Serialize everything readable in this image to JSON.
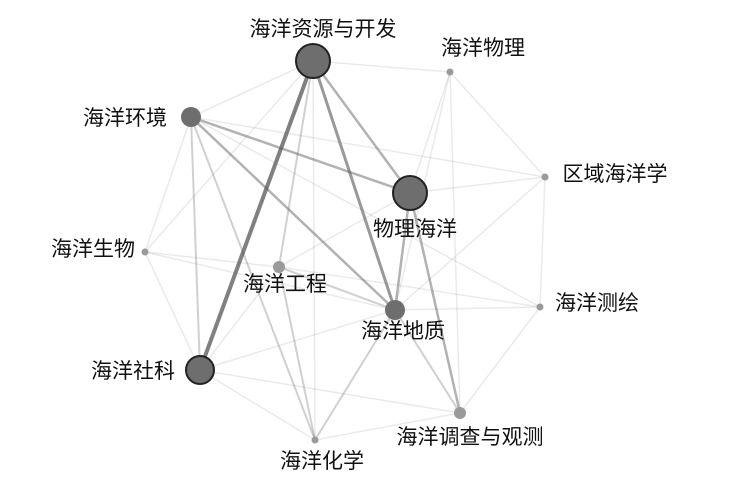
{
  "title": "",
  "nodes": [
    {
      "id": "resources",
      "label": "海洋资源与开发",
      "weight": 5
    },
    {
      "id": "ocean_physics",
      "label": "海洋物理",
      "weight": 1
    },
    {
      "id": "environment",
      "label": "海洋环境",
      "weight": 3
    },
    {
      "id": "regional",
      "label": "区域海洋学",
      "weight": 1
    },
    {
      "id": "physical_ocean",
      "label": "物理海洋",
      "weight": 5
    },
    {
      "id": "biology",
      "label": "海洋生物",
      "weight": 1
    },
    {
      "id": "engineering",
      "label": "海洋工程",
      "weight": 2
    },
    {
      "id": "surveying",
      "label": "海洋测绘",
      "weight": 1
    },
    {
      "id": "geology",
      "label": "海洋地质",
      "weight": 3
    },
    {
      "id": "social",
      "label": "海洋社科",
      "weight": 4
    },
    {
      "id": "survey_obs",
      "label": "海洋调查与观测",
      "weight": 2
    },
    {
      "id": "chemistry",
      "label": "海洋化学",
      "weight": 1
    }
  ],
  "edges": [
    [
      "social",
      "resources",
      5
    ],
    [
      "resources",
      "geology",
      4
    ],
    [
      "resources",
      "physical_ocean",
      3
    ],
    [
      "environment",
      "physical_ocean",
      3
    ],
    [
      "environment",
      "geology",
      3
    ],
    [
      "environment",
      "social",
      2
    ],
    [
      "environment",
      "resources",
      1
    ],
    [
      "environment",
      "chemistry",
      2
    ],
    [
      "environment",
      "biology",
      1
    ],
    [
      "physical_ocean",
      "survey_obs",
      3
    ],
    [
      "physical_ocean",
      "geology",
      3
    ],
    [
      "physical_ocean",
      "regional",
      1
    ],
    [
      "physical_ocean",
      "ocean_physics",
      1
    ],
    [
      "physical_ocean",
      "engineering",
      1
    ],
    [
      "resources",
      "engineering",
      2
    ],
    [
      "resources",
      "ocean_physics",
      1
    ],
    [
      "resources",
      "chemistry",
      1
    ],
    [
      "geology",
      "survey_obs",
      2
    ],
    [
      "geology",
      "chemistry",
      2
    ],
    [
      "geology",
      "engineering",
      2
    ],
    [
      "geology",
      "social",
      1
    ],
    [
      "geology",
      "surveying",
      1
    ],
    [
      "engineering",
      "chemistry",
      2
    ],
    [
      "engineering",
      "social",
      1
    ],
    [
      "engineering",
      "biology",
      1
    ],
    [
      "social",
      "biology",
      1
    ],
    [
      "social",
      "survey_obs",
      1
    ],
    [
      "social",
      "chemistry",
      1
    ],
    [
      "survey_obs",
      "surveying",
      1
    ],
    [
      "survey_obs",
      "chemistry",
      1
    ],
    [
      "survey_obs",
      "ocean_physics",
      1
    ],
    [
      "regional",
      "surveying",
      1
    ],
    [
      "regional",
      "geology",
      1
    ],
    [
      "ocean_physics",
      "regional",
      1
    ],
    [
      "biology",
      "geology",
      1
    ],
    [
      "biology",
      "resources",
      1
    ],
    [
      "surveying",
      "engineering",
      1
    ],
    [
      "ocean_physics",
      "geology",
      1
    ],
    [
      "environment",
      "surveying",
      1
    ],
    [
      "regional",
      "environment",
      1
    ]
  ],
  "colors": {
    "node": "#6e6e6e",
    "edge": "#555555",
    "text": "#111111"
  }
}
